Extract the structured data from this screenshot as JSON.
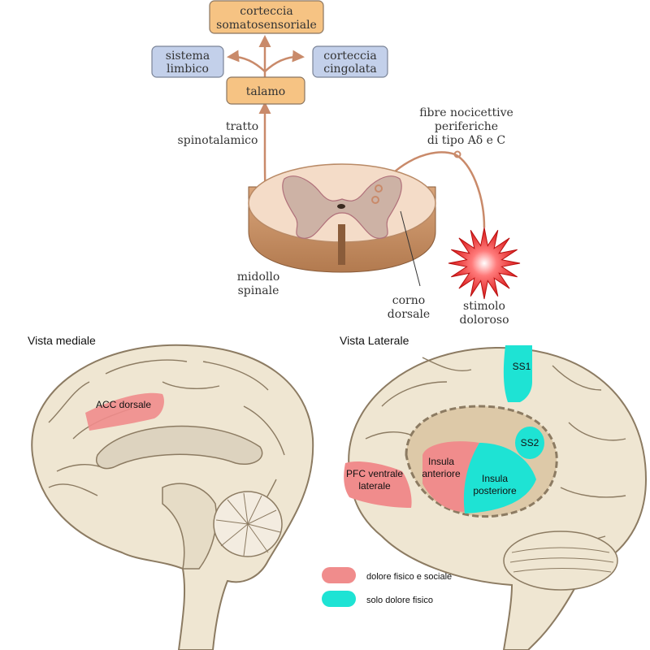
{
  "pathway": {
    "boxes": {
      "somatosensory": [
        "corteccia",
        "somatosensoriale"
      ],
      "limbic": [
        "sistema",
        "limbico"
      ],
      "thalamus": "talamo",
      "cingulate": [
        "corteccia",
        "cingolata"
      ]
    },
    "labels": {
      "tract": [
        "tratto",
        "spinotalamico"
      ],
      "fibers": [
        "fibre nocicettive",
        "periferiche",
        "di tipo Aδ e C"
      ],
      "spinal_cord": [
        "midollo",
        "spinale"
      ],
      "dorsal_horn": [
        "corno",
        "dorsale"
      ],
      "stimulus": [
        "stimolo",
        "doloroso"
      ]
    }
  },
  "medial_view": {
    "title": "Vista mediale",
    "regions": {
      "acc": "ACC dorsale"
    }
  },
  "lateral_view": {
    "title": "Vista Laterale",
    "regions": {
      "ss1": "SS1",
      "ss2": "SS2",
      "insula_anterior": [
        "Insula",
        "anteriore"
      ],
      "insula_posterior": [
        "Insula",
        "posteriore"
      ],
      "pfc": [
        "PFC ventrale",
        "laterale"
      ]
    }
  },
  "legend": {
    "items": [
      {
        "label": "dolore fisico e sociale",
        "color": "#f08c8c"
      },
      {
        "label": "solo dolore fisico",
        "color": "#1ee3d4"
      }
    ]
  },
  "colors": {
    "box_orange": "#f6c383",
    "box_blue": "#c3d0ea",
    "arrow": "#c98a6a",
    "pink": "#f08c8c",
    "cyan": "#1ee3d4",
    "brain": "#efe6d2",
    "brain_line": "#8c7b62"
  }
}
